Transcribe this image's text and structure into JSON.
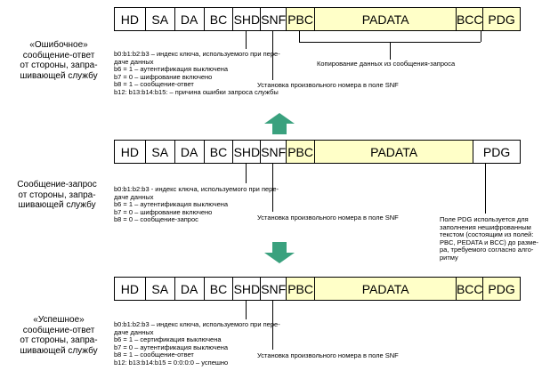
{
  "colors": {
    "highlight": "#ffffc8",
    "arrow": "#3aa17e",
    "line": "#000000"
  },
  "blocks": [
    {
      "fields": [
        {
          "label": "HD",
          "highlighted": false
        },
        {
          "label": "SA",
          "highlighted": false
        },
        {
          "label": "DA",
          "highlighted": false
        },
        {
          "label": "BC",
          "highlighted": false
        },
        {
          "label": "SHD",
          "highlighted": false
        },
        {
          "label": "SNF",
          "highlighted": false
        },
        {
          "label": "PBC",
          "highlighted": true
        },
        {
          "label": "PADATA",
          "highlighted": true
        },
        {
          "label": "BCC",
          "highlighted": true
        },
        {
          "label": "PDG",
          "highlighted": true
        }
      ],
      "side_label": [
        "«Ошибочное»",
        "сообщение-ответ",
        "от стороны, запра-",
        "шивающей службу"
      ],
      "shd_lines": [
        "b0:b1:b2:b3 – индекс ключа, используемого при пере-",
        "даче данных",
        "b6 = 1 – аутентификация выключена",
        "b7 = 0 – шифрование включено",
        "b8 = 1 – сообщение-ответ",
        "b12: b13:b14:b15: – причина ошибки запроса службы"
      ],
      "snf_note": "Установка произвольного номера в поле SNF",
      "copy_note": "Копирование данных из сообщения-запроса"
    },
    {
      "fields": [
        {
          "label": "HD",
          "highlighted": false
        },
        {
          "label": "SA",
          "highlighted": false
        },
        {
          "label": "DA",
          "highlighted": false
        },
        {
          "label": "BC",
          "highlighted": false
        },
        {
          "label": "SHD",
          "highlighted": false
        },
        {
          "label": "SNF",
          "highlighted": false
        },
        {
          "label": "PBC",
          "highlighted": true
        },
        {
          "label": "PADATA",
          "highlighted": true
        },
        {
          "label": "PDG",
          "highlighted": false
        }
      ],
      "side_label": [
        "Сообщение-запрос",
        "от стороны, запра-",
        "шивающей службу"
      ],
      "shd_lines": [
        "b0:b1:b2:b3 - индекс ключа, используемого при пере-",
        "даче данных",
        "b6 = 1 – аутентификация выключена",
        "b7 = 0 – шифрование включено",
        "b8 = 0 – сообщение-запрос"
      ],
      "snf_note": "Установка произвольного номера в поле SNF",
      "pdg_note": [
        "Поле PDG используется для",
        "заполнения нешифрованным",
        "текстом (состоящим из полей:",
        "PBC, PEDATA и BCC) до разме-",
        "ра, требуемого согласно алго-",
        "ритму"
      ]
    },
    {
      "fields": [
        {
          "label": "HD",
          "highlighted": false
        },
        {
          "label": "SA",
          "highlighted": false
        },
        {
          "label": "DA",
          "highlighted": false
        },
        {
          "label": "BC",
          "highlighted": false
        },
        {
          "label": "SHD",
          "highlighted": false
        },
        {
          "label": "SNF",
          "highlighted": false
        },
        {
          "label": "PBC",
          "highlighted": true
        },
        {
          "label": "PADATA",
          "highlighted": true
        },
        {
          "label": "BCC",
          "highlighted": true
        },
        {
          "label": "PDG",
          "highlighted": true
        }
      ],
      "side_label": [
        "«Успешное»",
        "сообщение-ответ",
        "от стороны, запра-",
        "шивающей службу"
      ],
      "shd_lines": [
        "b0:b1:b2:b3 – индекс ключа, используемого при пере-",
        "даче данных",
        "b6 = 1 – сертификация выключена",
        "b7 = 0 – аутентификация выключена",
        "b8 = 1 – сообщение-ответ",
        "b12: b13:b14:b15 = 0:0:0:0 – успешно"
      ],
      "snf_note": "Установка произвольного номера в поле SNF"
    }
  ]
}
